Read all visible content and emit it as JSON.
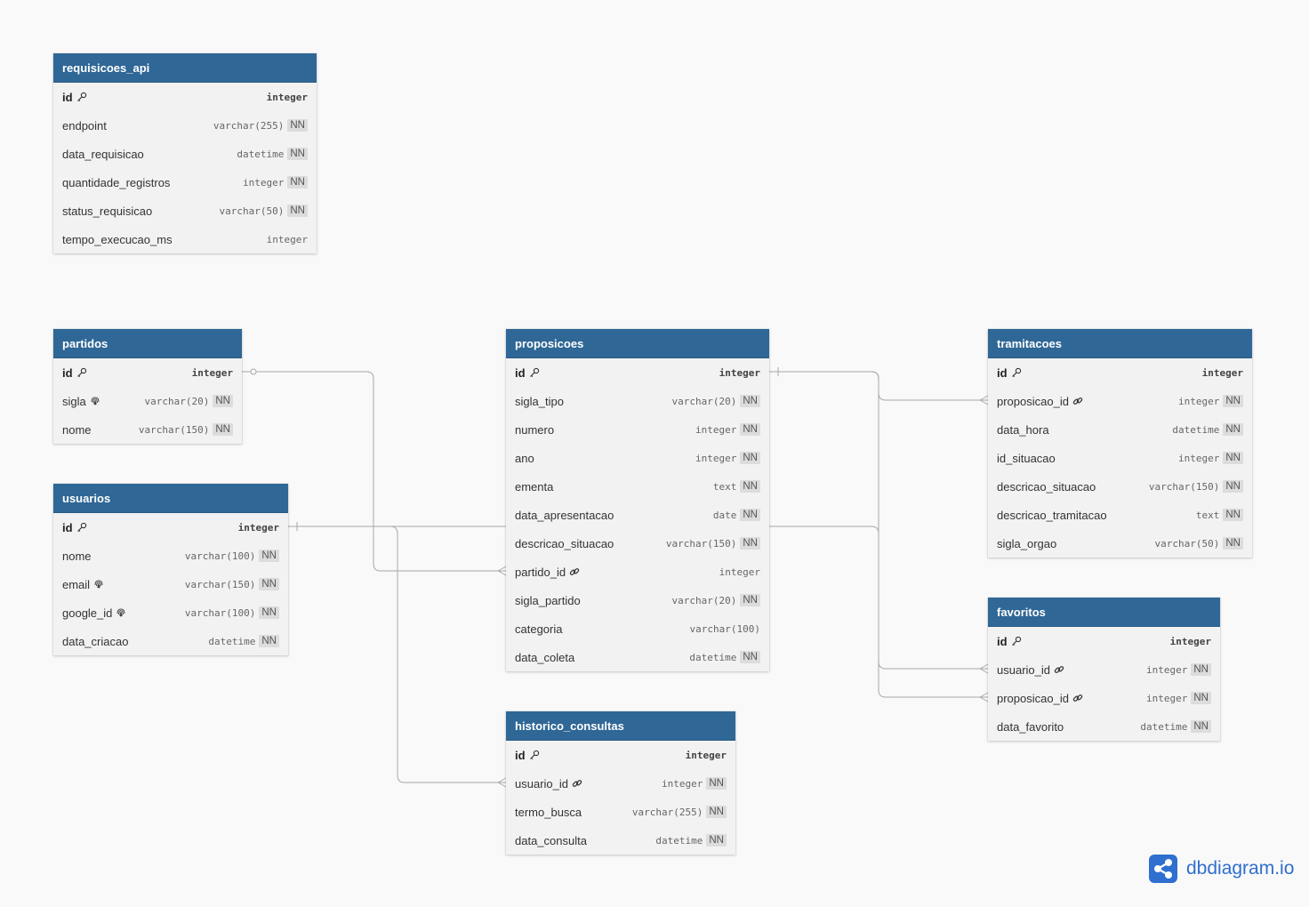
{
  "tables": [
    {
      "id": "requisicoes_api",
      "name": "requisicoes_api",
      "fields": [
        {
          "name": "id",
          "type": "integer",
          "pk": true
        },
        {
          "name": "endpoint",
          "type": "varchar(255)",
          "nn": "NN"
        },
        {
          "name": "data_requisicao",
          "type": "datetime",
          "nn": "NN"
        },
        {
          "name": "quantidade_registros",
          "type": "integer",
          "nn": "NN"
        },
        {
          "name": "status_requisicao",
          "type": "varchar(50)",
          "nn": "NN"
        },
        {
          "name": "tempo_execucao_ms",
          "type": "integer"
        }
      ]
    },
    {
      "id": "partidos",
      "name": "partidos",
      "fields": [
        {
          "name": "id",
          "type": "integer",
          "pk": true
        },
        {
          "name": "sigla",
          "type": "varchar(20)",
          "nn": "NN",
          "unique": true
        },
        {
          "name": "nome",
          "type": "varchar(150)",
          "nn": "NN"
        }
      ]
    },
    {
      "id": "usuarios",
      "name": "usuarios",
      "fields": [
        {
          "name": "id",
          "type": "integer",
          "pk": true
        },
        {
          "name": "nome",
          "type": "varchar(100)",
          "nn": "NN"
        },
        {
          "name": "email",
          "type": "varchar(150)",
          "nn": "NN",
          "unique": true
        },
        {
          "name": "google_id",
          "type": "varchar(100)",
          "nn": "NN",
          "unique": true
        },
        {
          "name": "data_criacao",
          "type": "datetime",
          "nn": "NN"
        }
      ]
    },
    {
      "id": "proposicoes",
      "name": "proposicoes",
      "fields": [
        {
          "name": "id",
          "type": "integer",
          "pk": true
        },
        {
          "name": "sigla_tipo",
          "type": "varchar(20)",
          "nn": "NN"
        },
        {
          "name": "numero",
          "type": "integer",
          "nn": "NN"
        },
        {
          "name": "ano",
          "type": "integer",
          "nn": "NN"
        },
        {
          "name": "ementa",
          "type": "text",
          "nn": "NN"
        },
        {
          "name": "data_apresentacao",
          "type": "date",
          "nn": "NN"
        },
        {
          "name": "descricao_situacao",
          "type": "varchar(150)",
          "nn": "NN"
        },
        {
          "name": "partido_id",
          "type": "integer",
          "fk": true
        },
        {
          "name": "sigla_partido",
          "type": "varchar(20)",
          "nn": "NN"
        },
        {
          "name": "categoria",
          "type": "varchar(100)"
        },
        {
          "name": "data_coleta",
          "type": "datetime",
          "nn": "NN"
        }
      ]
    },
    {
      "id": "tramitacoes",
      "name": "tramitacoes",
      "fields": [
        {
          "name": "id",
          "type": "integer",
          "pk": true
        },
        {
          "name": "proposicao_id",
          "type": "integer",
          "nn": "NN",
          "fk": true
        },
        {
          "name": "data_hora",
          "type": "datetime",
          "nn": "NN"
        },
        {
          "name": "id_situacao",
          "type": "integer",
          "nn": "NN"
        },
        {
          "name": "descricao_situacao",
          "type": "varchar(150)",
          "nn": "NN"
        },
        {
          "name": "descricao_tramitacao",
          "type": "text",
          "nn": "NN"
        },
        {
          "name": "sigla_orgao",
          "type": "varchar(50)",
          "nn": "NN"
        }
      ]
    },
    {
      "id": "favoritos",
      "name": "favoritos",
      "fields": [
        {
          "name": "id",
          "type": "integer",
          "pk": true
        },
        {
          "name": "usuario_id",
          "type": "integer",
          "nn": "NN",
          "fk": true
        },
        {
          "name": "proposicao_id",
          "type": "integer",
          "nn": "NN",
          "fk": true
        },
        {
          "name": "data_favorito",
          "type": "datetime",
          "nn": "NN"
        }
      ]
    },
    {
      "id": "historico_consultas",
      "name": "historico_consultas",
      "fields": [
        {
          "name": "id",
          "type": "integer",
          "pk": true
        },
        {
          "name": "usuario_id",
          "type": "integer",
          "nn": "NN",
          "fk": true
        },
        {
          "name": "termo_busca",
          "type": "varchar(255)",
          "nn": "NN"
        },
        {
          "name": "data_consulta",
          "type": "datetime",
          "nn": "NN"
        }
      ]
    }
  ],
  "relations": [
    {
      "from": "partidos.id",
      "to": "proposicoes.partido_id",
      "from_end": "zero-or-one",
      "to_end": "many"
    },
    {
      "from": "usuarios.id",
      "to": "historico_consultas.usuario_id",
      "from_end": "one",
      "to_end": "many"
    },
    {
      "from": "usuarios.id",
      "to": "favoritos.usuario_id",
      "from_end": "one",
      "to_end": "many"
    },
    {
      "from": "proposicoes.id",
      "to": "tramitacoes.proposicao_id",
      "from_end": "one",
      "to_end": "many"
    },
    {
      "from": "proposicoes.id",
      "to": "favoritos.proposicao_id",
      "from_end": "one",
      "to_end": "many"
    }
  ],
  "icons": {
    "primary_key": "key-icon",
    "unique": "fingerprint-icon",
    "foreign_key": "link-icon",
    "logo": "share-nodes-icon"
  },
  "colors": {
    "header": "#2f6796",
    "background": "#f9f9f9",
    "table_body": "#f2f2f2",
    "edge": "#a8a8a8",
    "logo": "#2f6fcf"
  },
  "logo": {
    "text": "dbdiagram.io"
  }
}
